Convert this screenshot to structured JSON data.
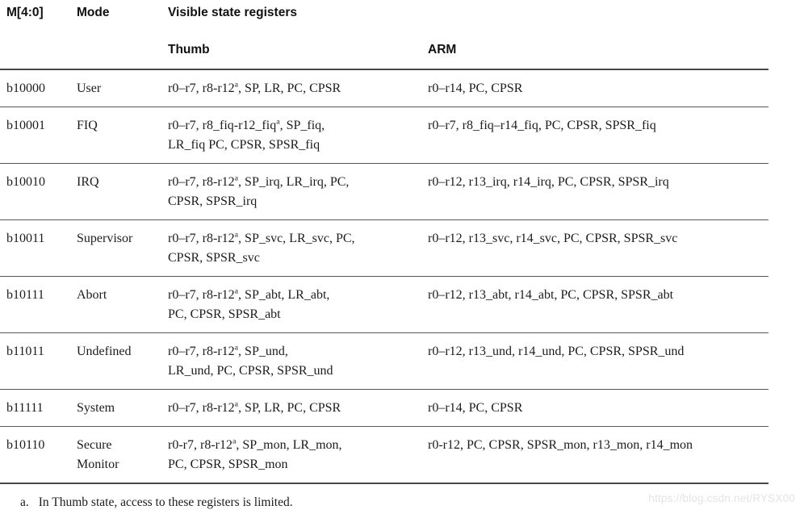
{
  "table": {
    "headers": {
      "col_m": "M[4:0]",
      "col_mode": "Mode",
      "col_visible": "Visible state registers",
      "col_thumb": "Thumb",
      "col_arm": "ARM"
    },
    "rows": [
      {
        "m": "b10000",
        "mode_lines": [
          "User"
        ],
        "thumb_lines": [
          "r0–r7, r8-r12^a, SP, LR, PC, CPSR"
        ],
        "arm_lines": [
          "r0–r14, PC, CPSR"
        ]
      },
      {
        "m": "b10001",
        "mode_lines": [
          "FIQ"
        ],
        "thumb_lines": [
          "r0–r7, r8_fiq-r12_fiq^a, SP_fiq,",
          "LR_fiq PC, CPSR, SPSR_fiq"
        ],
        "arm_lines": [
          "r0–r7, r8_fiq–r14_fiq, PC, CPSR, SPSR_fiq"
        ]
      },
      {
        "m": "b10010",
        "mode_lines": [
          "IRQ"
        ],
        "thumb_lines": [
          "r0–r7, r8-r12^a, SP_irq, LR_irq, PC,",
          "CPSR, SPSR_irq"
        ],
        "arm_lines": [
          "r0–r12, r13_irq, r14_irq, PC, CPSR, SPSR_irq"
        ]
      },
      {
        "m": "b10011",
        "mode_lines": [
          "Supervisor"
        ],
        "thumb_lines": [
          "r0–r7, r8-r12^a, SP_svc, LR_svc, PC,",
          "CPSR, SPSR_svc"
        ],
        "arm_lines": [
          "r0–r12, r13_svc, r14_svc, PC, CPSR, SPSR_svc"
        ]
      },
      {
        "m": "b10111",
        "mode_lines": [
          "Abort"
        ],
        "thumb_lines": [
          "r0–r7, r8-r12^a, SP_abt, LR_abt,",
          "PC, CPSR, SPSR_abt"
        ],
        "arm_lines": [
          "r0–r12, r13_abt, r14_abt, PC, CPSR, SPSR_abt"
        ]
      },
      {
        "m": "b11011",
        "mode_lines": [
          "Undefined"
        ],
        "thumb_lines": [
          "r0–r7, r8-r12^a, SP_und,",
          "LR_und, PC, CPSR, SPSR_und"
        ],
        "arm_lines": [
          "r0–r12, r13_und, r14_und, PC, CPSR, SPSR_und"
        ]
      },
      {
        "m": "b11111",
        "mode_lines": [
          "System"
        ],
        "thumb_lines": [
          "r0–r7, r8-r12^a, SP, LR, PC, CPSR"
        ],
        "arm_lines": [
          "r0–r14, PC, CPSR"
        ]
      },
      {
        "m": "b10110",
        "mode_lines": [
          "Secure",
          "Monitor"
        ],
        "thumb_lines": [
          "r0-r7, r8-r12^a, SP_mon, LR_mon,",
          "PC, CPSR, SPSR_mon"
        ],
        "arm_lines": [
          "r0-r12, PC, CPSR, SPSR_mon, r13_mon, r14_mon"
        ]
      }
    ]
  },
  "footnote": {
    "marker": "a.",
    "text": "In Thumb state, access to these registers is limited."
  },
  "watermark": "https://blog.csdn.net/RYSX00",
  "colors": {
    "text": "#1c1c1c",
    "rule_heavy": "#474747",
    "rule_light": "#585858",
    "watermark": "#e4e4e4",
    "background": "#ffffff"
  }
}
